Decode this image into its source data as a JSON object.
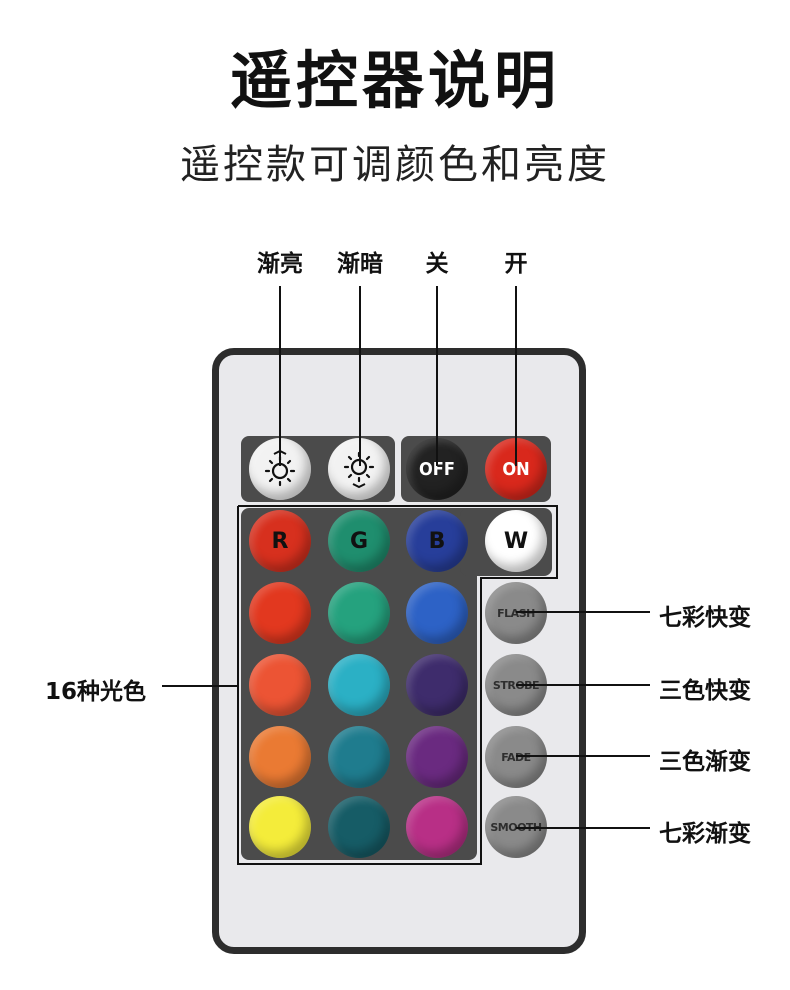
{
  "header": {
    "title": "遥控器说明",
    "subtitle": "遥控款可调颜色和亮度"
  },
  "top_labels": {
    "brighten": "渐亮",
    "dim": "渐暗",
    "off": "关",
    "on": "开"
  },
  "side_labels": {
    "color_count": "16种光色",
    "flash": "七彩快变",
    "strobe": "三色快变",
    "fade": "三色渐变",
    "smooth": "七彩渐变"
  },
  "remote": {
    "off_label": "OFF",
    "on_label": "ON",
    "r_label": "R",
    "g_label": "G",
    "b_label": "B",
    "w_label": "W",
    "flash_label": "FLASH",
    "strobe_label": "STROBE",
    "fade_label": "FADE",
    "smooth_label": "SMOOTH",
    "brighten_icon": "sun-brighten-icon",
    "dim_icon": "sun-dim-icon",
    "colors": {
      "r": "#d7301e",
      "g": "#1f8e6e",
      "b": "#273e9a",
      "w": "#ffffff",
      "row2": [
        "#e2381f",
        "#25a27e",
        "#2d62c6"
      ],
      "row3": [
        "#ec5434",
        "#2bb0c5",
        "#3e2c6c"
      ],
      "row4": [
        "#ea7a33",
        "#1f7c8e",
        "#6a2a80"
      ],
      "row5": [
        "#f4ec3a",
        "#165c66",
        "#b82f86"
      ],
      "off_btn": "#222222",
      "on_btn": "#d9281c",
      "sun_btn": "#f2f2f2",
      "mode_btn": "#8a8a8a",
      "panel": "#4b4b4b",
      "body": "#e9e9ec"
    }
  }
}
